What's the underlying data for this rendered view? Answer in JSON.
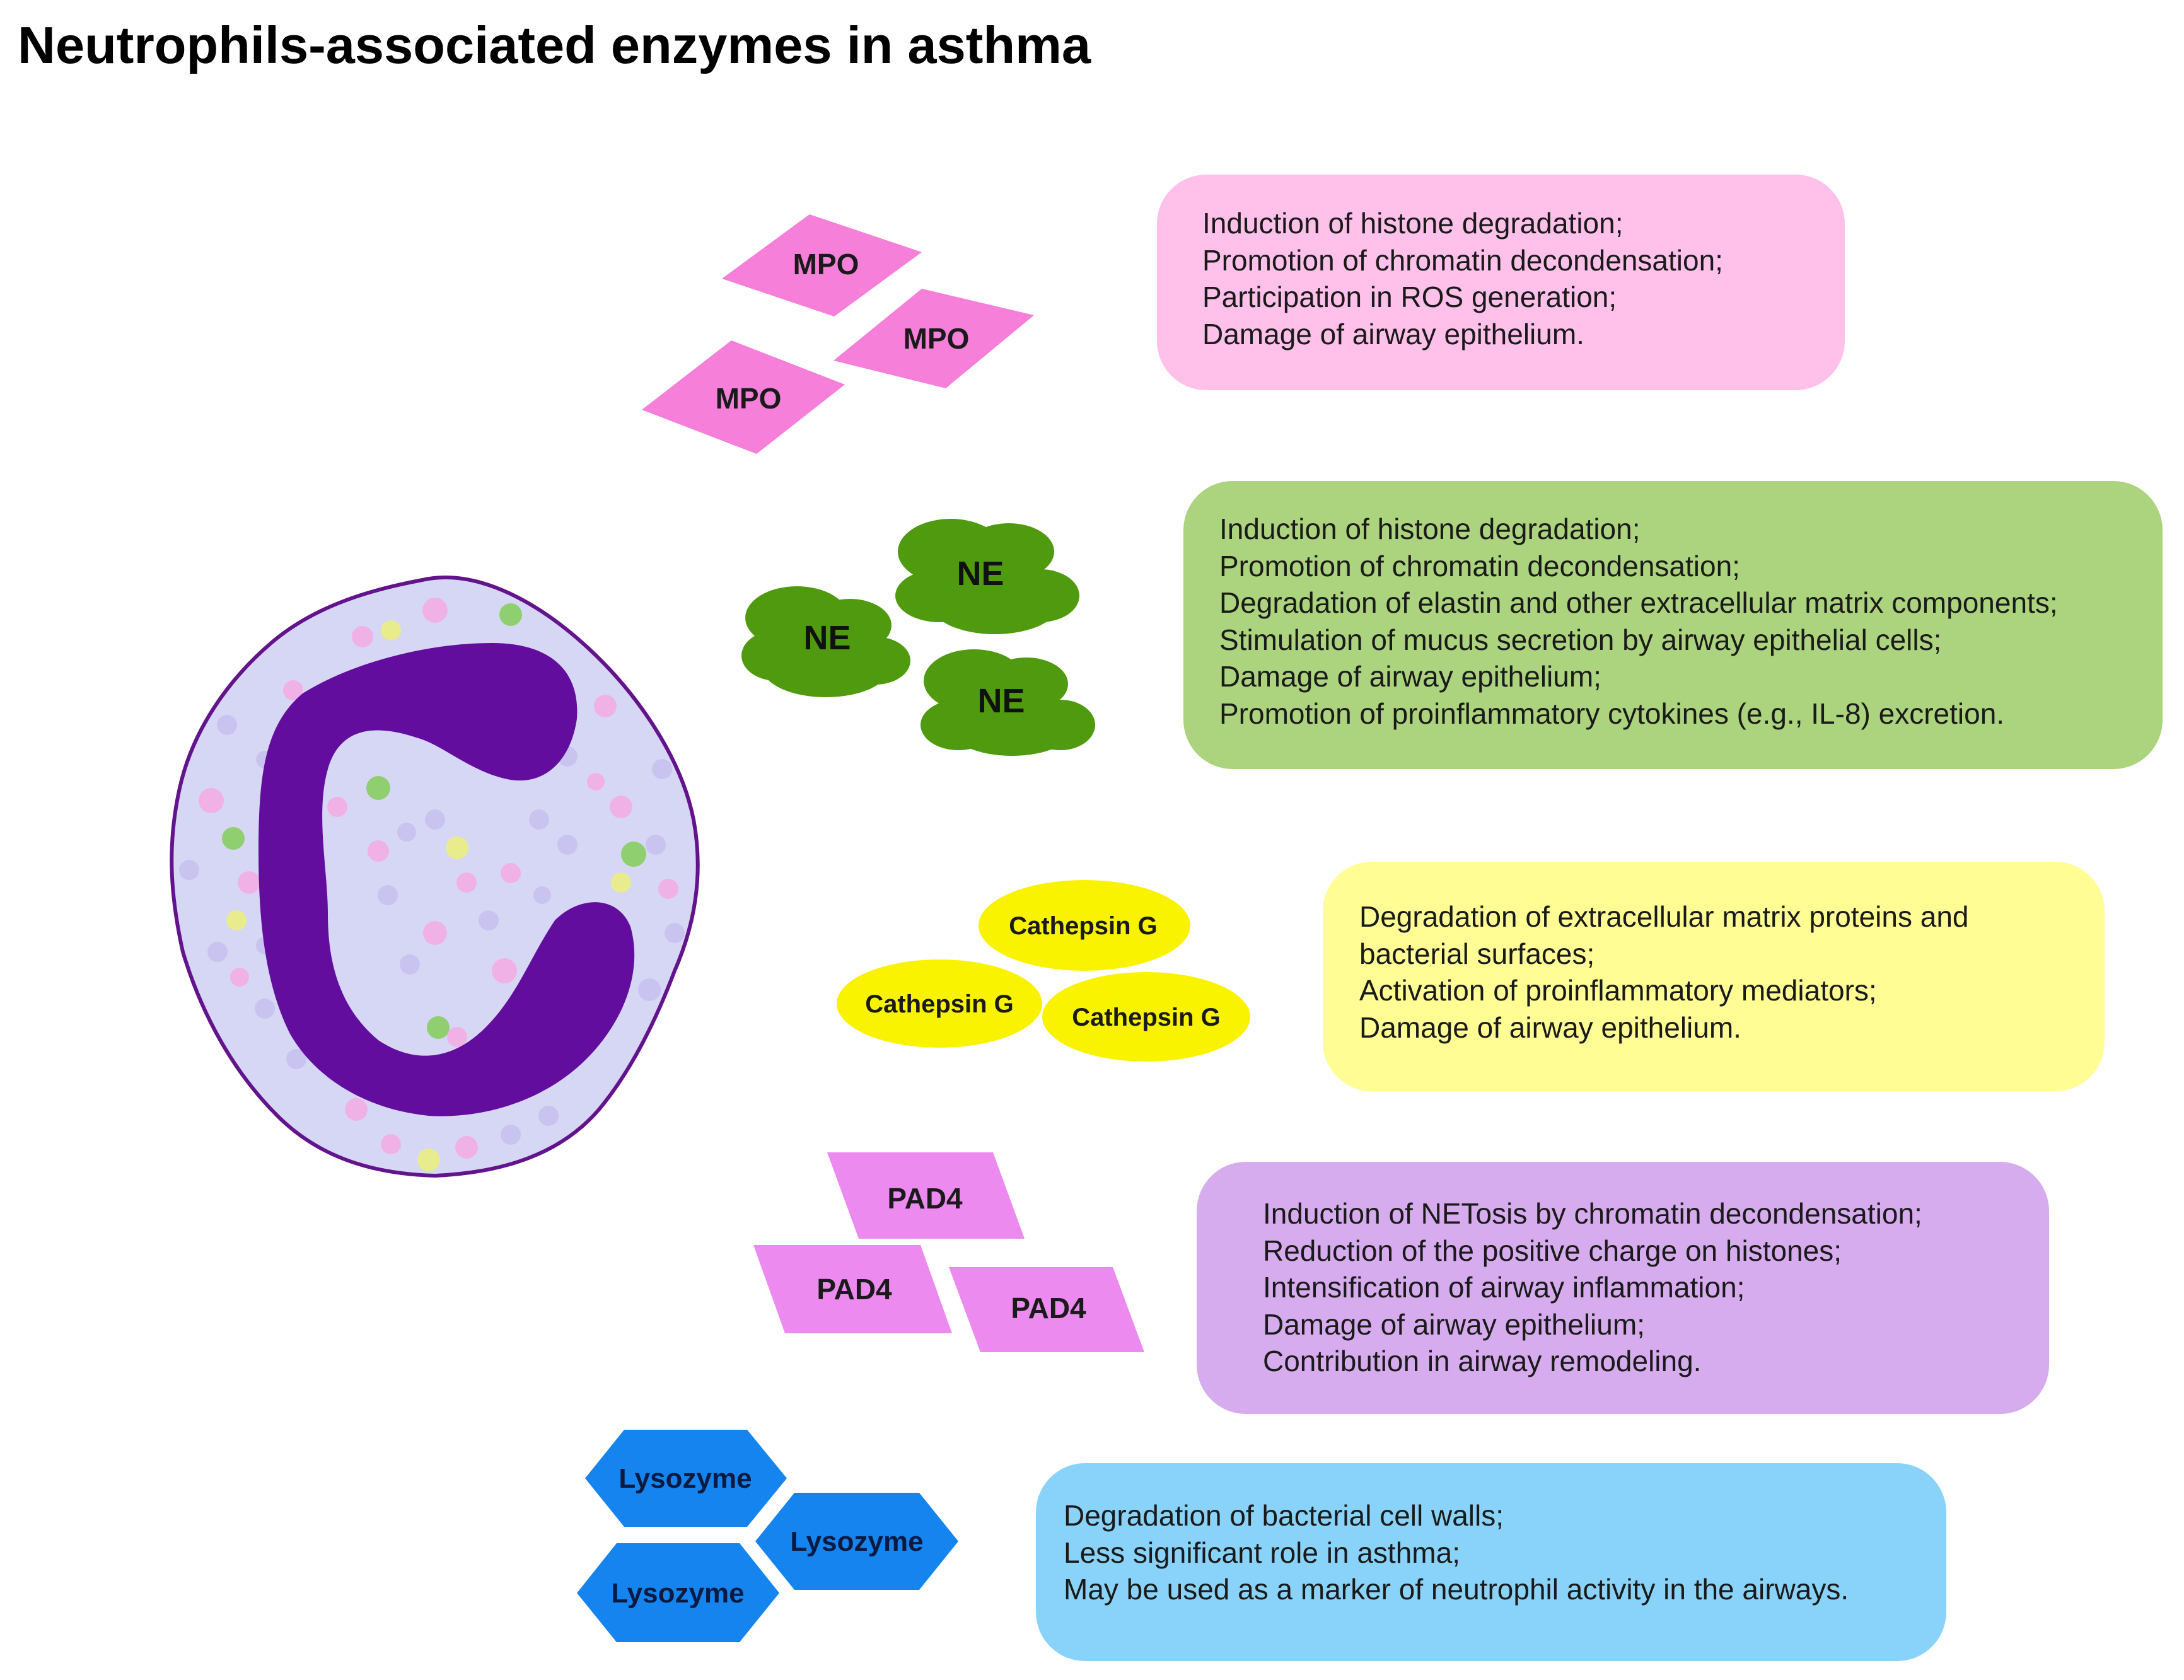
{
  "title": "Neutrophils-associated enzymes in asthma",
  "colors": {
    "mpo": "#f57fd9",
    "ne": "#4f9a0e",
    "cathepsin_g": "#f9f300",
    "pad4": "#ec8af0",
    "lysozyme": "#1584ee",
    "cell_cytoplasm": "#d6d7f5",
    "cell_membrane": "#63138c",
    "cell_nucleus": "#630d9e"
  },
  "enzymes": {
    "mpo": {
      "labels": [
        "MPO",
        "MPO",
        "MPO"
      ],
      "effects": [
        "Induction of histone degradation;",
        "Promotion of chromatin decondensation;",
        "Participation in ROS generation;",
        "Damage of airway epithelium."
      ]
    },
    "ne": {
      "labels": [
        "NE",
        "NE",
        "NE"
      ],
      "effects": [
        "Induction of histone degradation;",
        "Promotion of chromatin decondensation;",
        "Degradation of elastin and other extracellular matrix components;",
        "Stimulation of mucus secretion by airway epithelial cells;",
        "Damage of airway epithelium;",
        "Promotion of proinflammatory cytokines (e.g., IL-8) excretion."
      ]
    },
    "cathepsin_g": {
      "labels": [
        "Cathepsin G",
        "Cathepsin G",
        "Cathepsin G"
      ],
      "effects": [
        "Degradation of extracellular matrix proteins and",
        "bacterial surfaces;",
        "Activation of proinflammatory mediators;",
        "Damage of airway epithelium."
      ]
    },
    "pad4": {
      "labels": [
        "PAD4",
        "PAD4",
        "PAD4"
      ],
      "effects": [
        "Induction of NETosis by chromatin decondensation;",
        "Reduction of the positive charge on histones;",
        "Intensification of airway inflammation;",
        "Damage of airway epithelium;",
        "Contribution in airway remodeling."
      ]
    },
    "lysozyme": {
      "labels": [
        "Lysozyme",
        "Lysozyme",
        "Lysozyme"
      ],
      "effects": [
        "Degradation of bacterial cell walls;",
        "Less significant role in asthma;",
        "May be used as a marker of neutrophil activity in the airways."
      ]
    }
  }
}
